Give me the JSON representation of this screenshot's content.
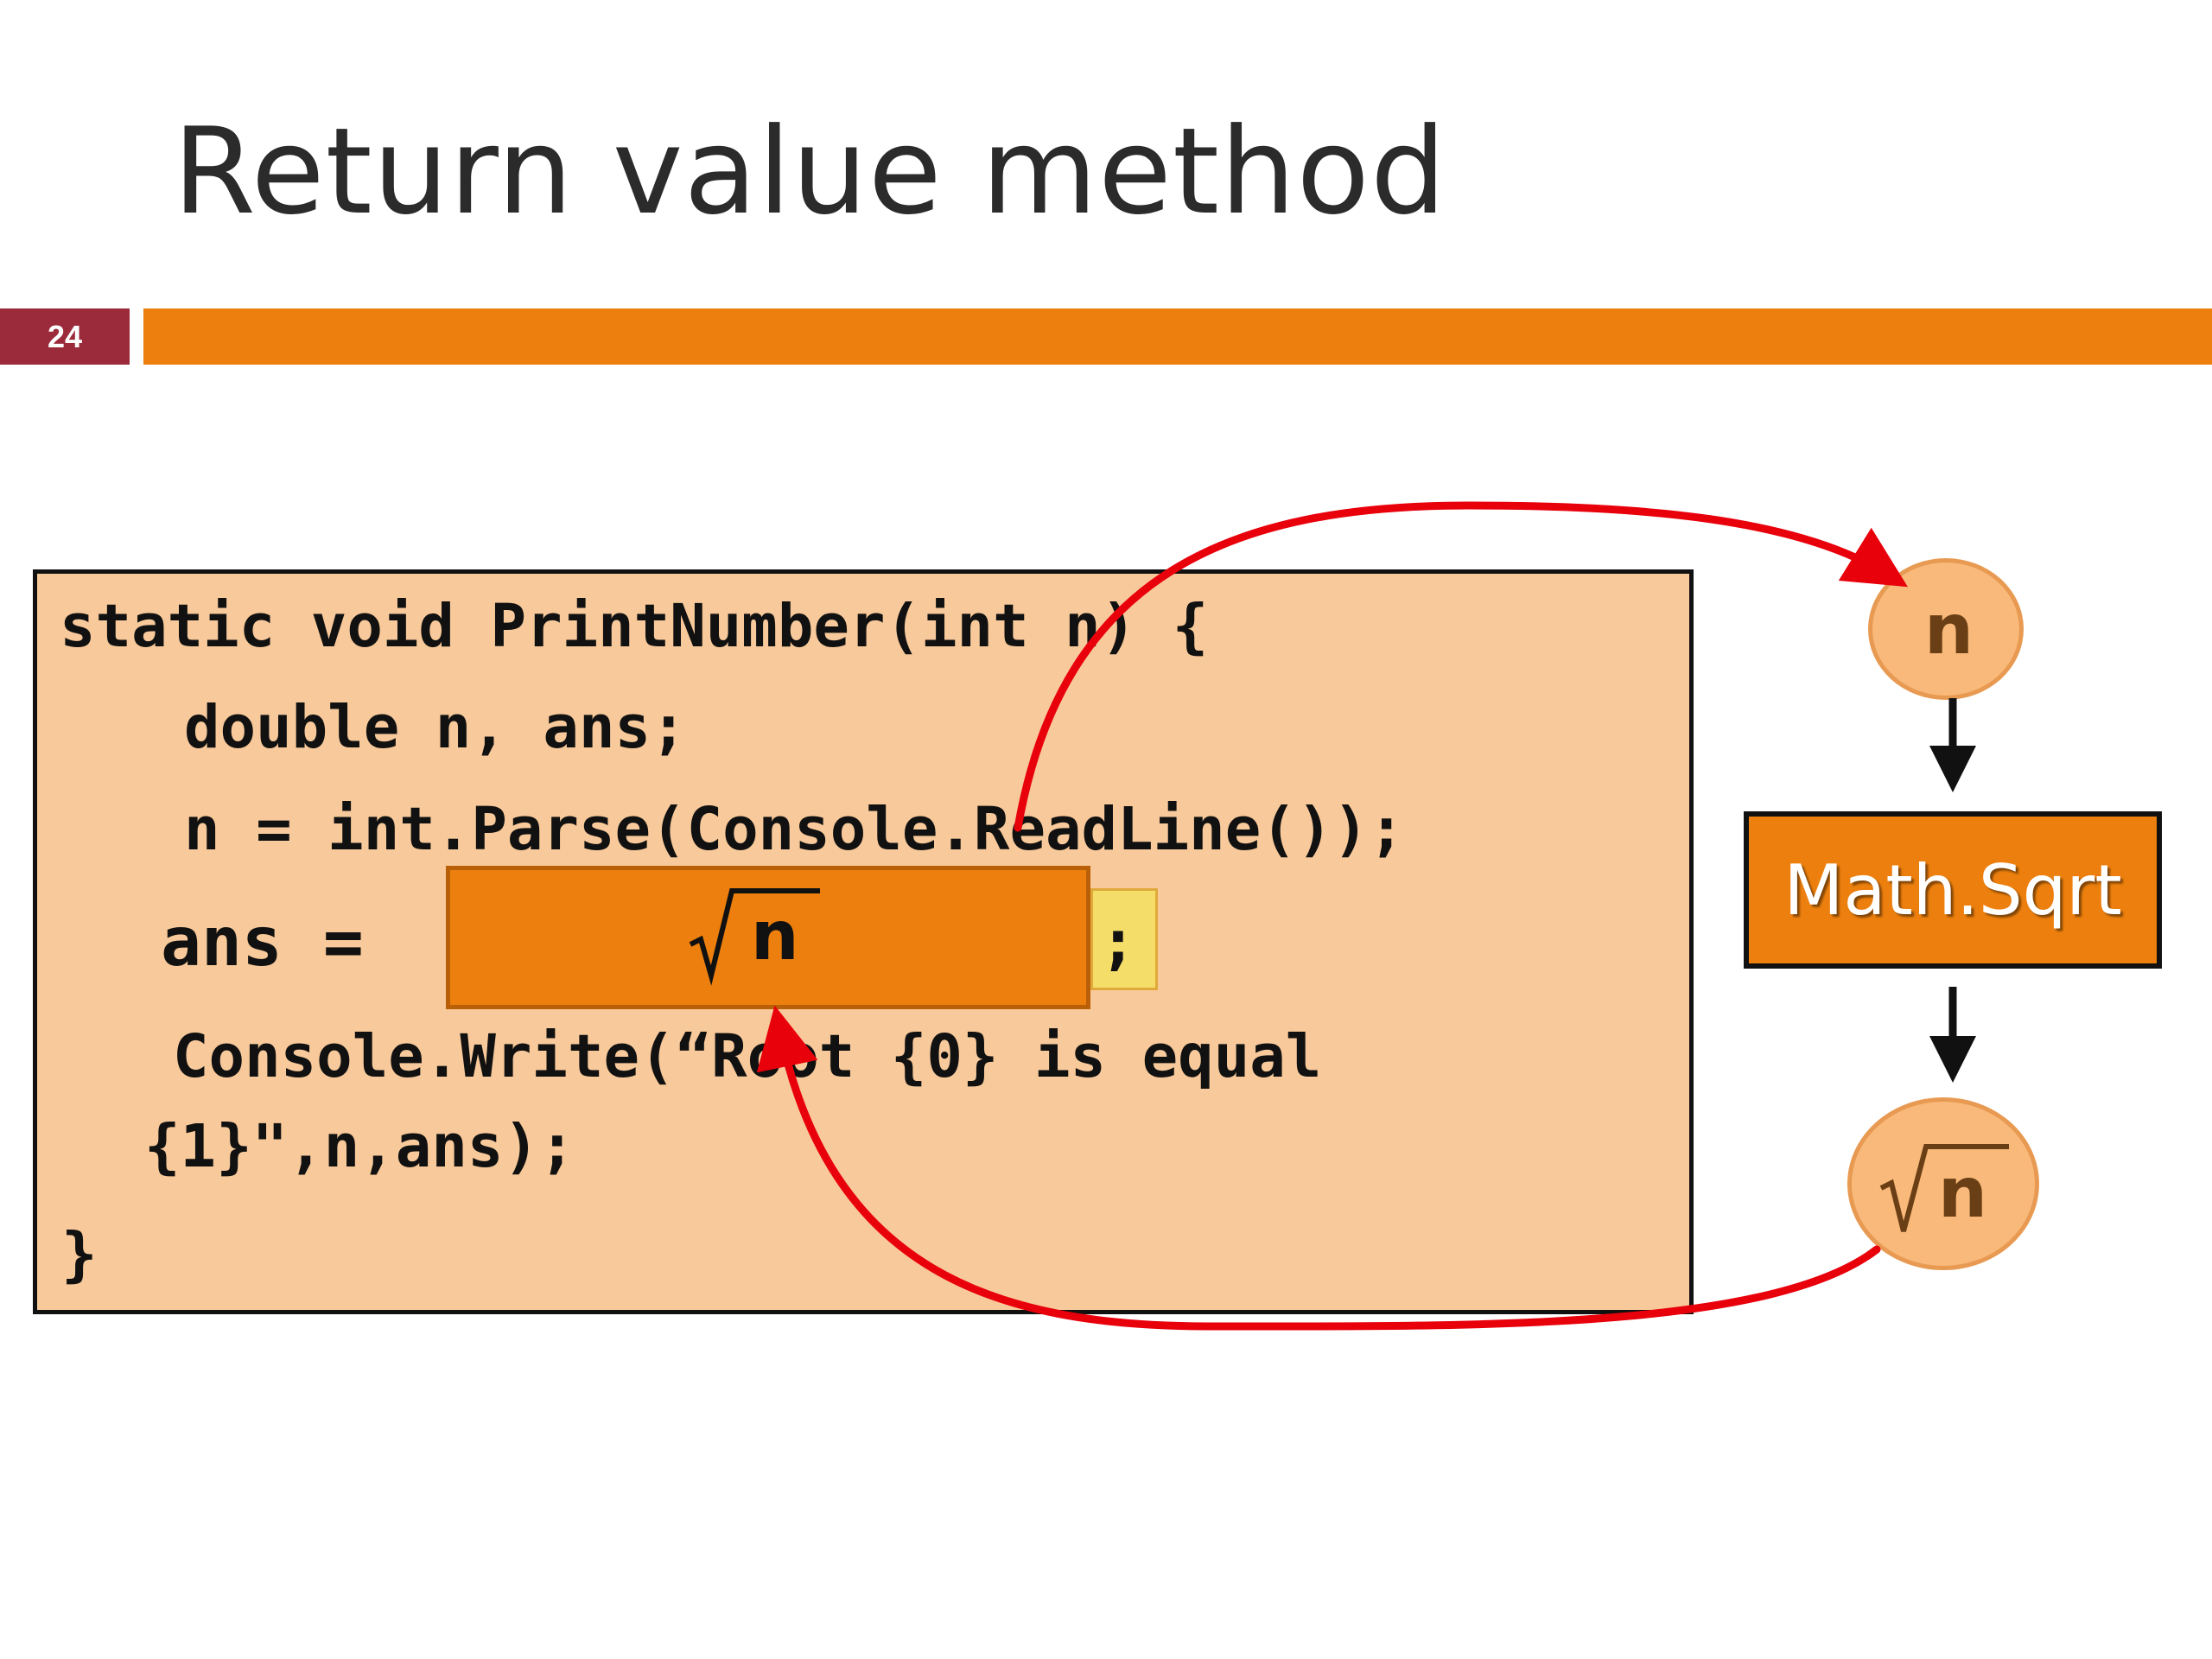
{
  "slide": {
    "title": "Return value method",
    "number": "24"
  },
  "code": {
    "lines": [
      "static void PrintNumber(int n) {",
      "double n, ans;",
      "n = int.Parse(Console.ReadLine());",
      "ans =",
      "Console.Write(“Root {0} is equal",
      "{1}\",n,ans);",
      "}"
    ],
    "hidden_semicolon": ";",
    "result_value": "n"
  },
  "diagram": {
    "input_node": "n",
    "function_label": "Math.Sqrt",
    "output_node": "n"
  },
  "colors": {
    "accent_orange": "#ec7f0d",
    "slide_number_bg": "#9b2a3a",
    "code_bg": "#f8c99a",
    "node_fill": "#f8b97a",
    "arrow_red": "#e8000b"
  }
}
